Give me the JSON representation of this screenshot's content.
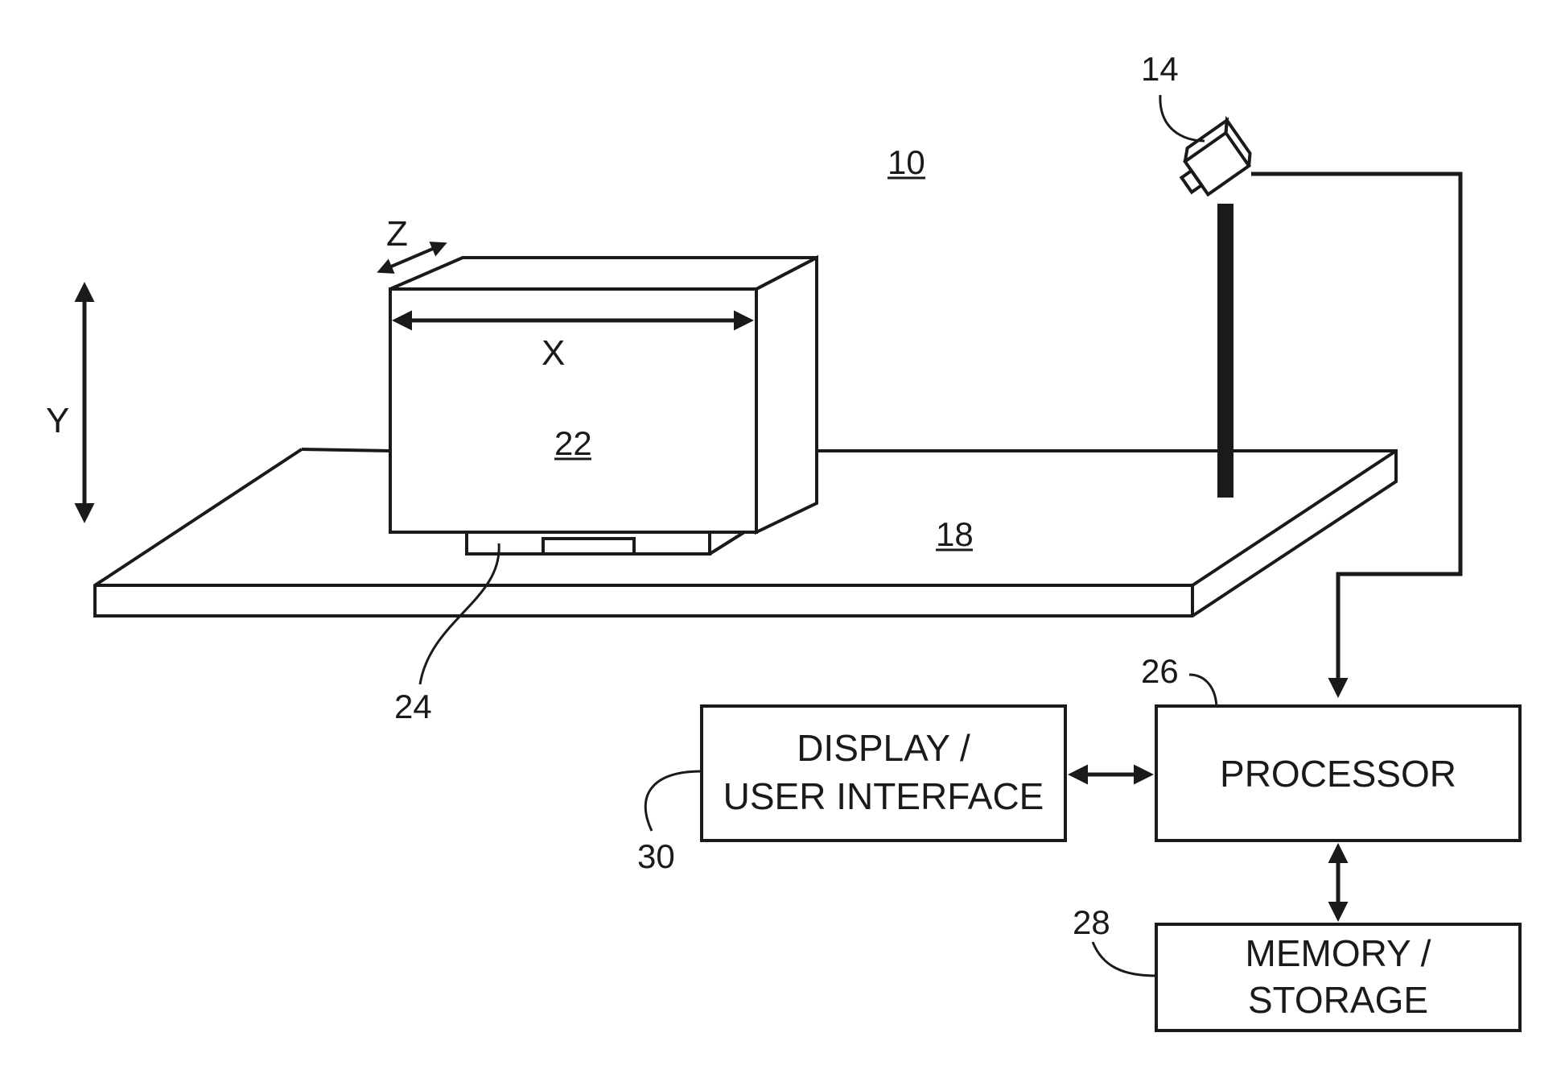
{
  "refs": {
    "system": "10",
    "camera": "14",
    "platform": "18",
    "object": "22",
    "base": "24",
    "processor": "26",
    "memory": "28",
    "display": "30"
  },
  "axes": {
    "x": "X",
    "y": "Y",
    "z": "Z"
  },
  "boxes": {
    "display": {
      "line1": "DISPLAY /",
      "line2": "USER INTERFACE"
    },
    "processor": {
      "line1": "PROCESSOR"
    },
    "memory": {
      "line1": "MEMORY /",
      "line2": "STORAGE"
    }
  },
  "colors": {
    "ink": "#1a1a1a",
    "background": "#ffffff"
  }
}
